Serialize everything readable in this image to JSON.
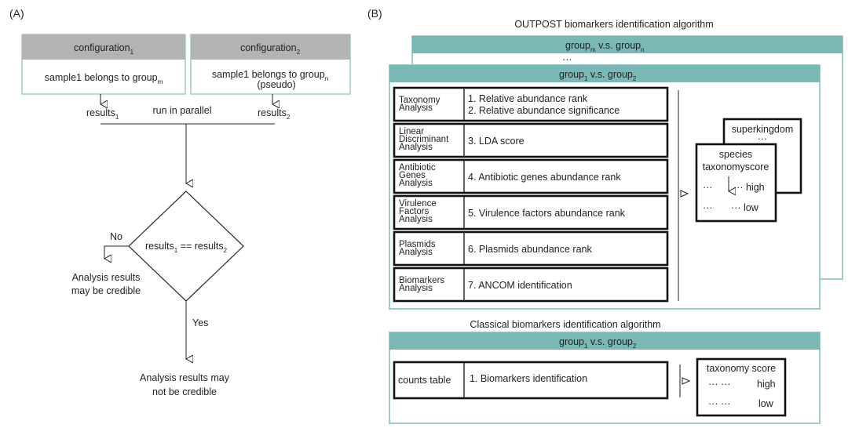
{
  "panel_a": {
    "label": "(A)",
    "config1": {
      "title": "configuration",
      "title_sub": "1",
      "line": "sample1 belongs to group",
      "line_sub": "m"
    },
    "config2": {
      "title": "configuration",
      "title_sub": "2",
      "line": "sample1 belongs to group",
      "line_sub": "n",
      "line2": "(pseudo)"
    },
    "results1": {
      "text": "results",
      "sub": "1"
    },
    "results2": {
      "text": "results",
      "sub": "2"
    },
    "run_parallel": "run in parallel",
    "decision": {
      "a": "results",
      "a_sub": "1",
      "op": " == ",
      "b": "results",
      "b_sub": "2"
    },
    "no": "No",
    "yes": "Yes",
    "no_result": [
      "Analysis results",
      "may be credible"
    ],
    "yes_result": [
      "Analysis results may",
      "not be credible"
    ],
    "colors": {
      "no": "#c8342c",
      "yes": "#3b57d6"
    }
  },
  "panel_b": {
    "label": "(B)",
    "outpost_title": "OUTPOST biomarkers identification algorithm",
    "back_header": {
      "a": "group",
      "a_sub": "m",
      "mid": " v.s. ",
      "b": "group",
      "b_sub": "n"
    },
    "dots": "···",
    "front_header": {
      "a": "group",
      "a_sub": "1",
      "mid": " v.s. ",
      "b": "group",
      "b_sub": "2"
    },
    "rows": [
      {
        "name": [
          "Taxonomy",
          "Analysis"
        ],
        "desc": [
          "1. Relative abundance rank",
          "2. Relative abundance significance"
        ]
      },
      {
        "name": [
          "Linear",
          "Discriminant",
          "Analysis"
        ],
        "desc": [
          "3. LDA score"
        ]
      },
      {
        "name": [
          "Antibiotic",
          "Genes",
          "Analysis"
        ],
        "desc": [
          "4. Antibiotic genes abundance rank"
        ]
      },
      {
        "name": [
          "Virulence",
          "Factors",
          "Analysis"
        ],
        "desc": [
          "5. Virulence factors abundance rank"
        ]
      },
      {
        "name": [
          "Plasmids",
          "Analysis"
        ],
        "desc": [
          "6. Plasmids abundance rank"
        ]
      },
      {
        "name": [
          "Biomarkers",
          "Analysis"
        ],
        "desc": [
          "7. ANCOM identification"
        ]
      }
    ],
    "card_back": {
      "title": "superkingdom",
      "dots": "···"
    },
    "card_front": {
      "title": [
        "species",
        "taxonomyscore"
      ],
      "row1": {
        "left": "···",
        "right": "··· high"
      },
      "row2": {
        "left": "···",
        "right": "··· low"
      }
    },
    "classical_title": "Classical biomarkers identification algorithm",
    "classical_header": {
      "a": "group",
      "a_sub": "1",
      "mid": " v.s. ",
      "b": "group",
      "b_sub": "2"
    },
    "classical_row": {
      "name": "counts table",
      "desc": "1. Biomarkers identification"
    },
    "score_card": {
      "title": "taxonomy score",
      "row1": {
        "dots": "···   ···",
        "label": "high"
      },
      "row2": {
        "dots": "···   ···",
        "label": "low"
      }
    },
    "colors": {
      "teal": "#7ab8b5",
      "high": "#c8342c"
    }
  }
}
